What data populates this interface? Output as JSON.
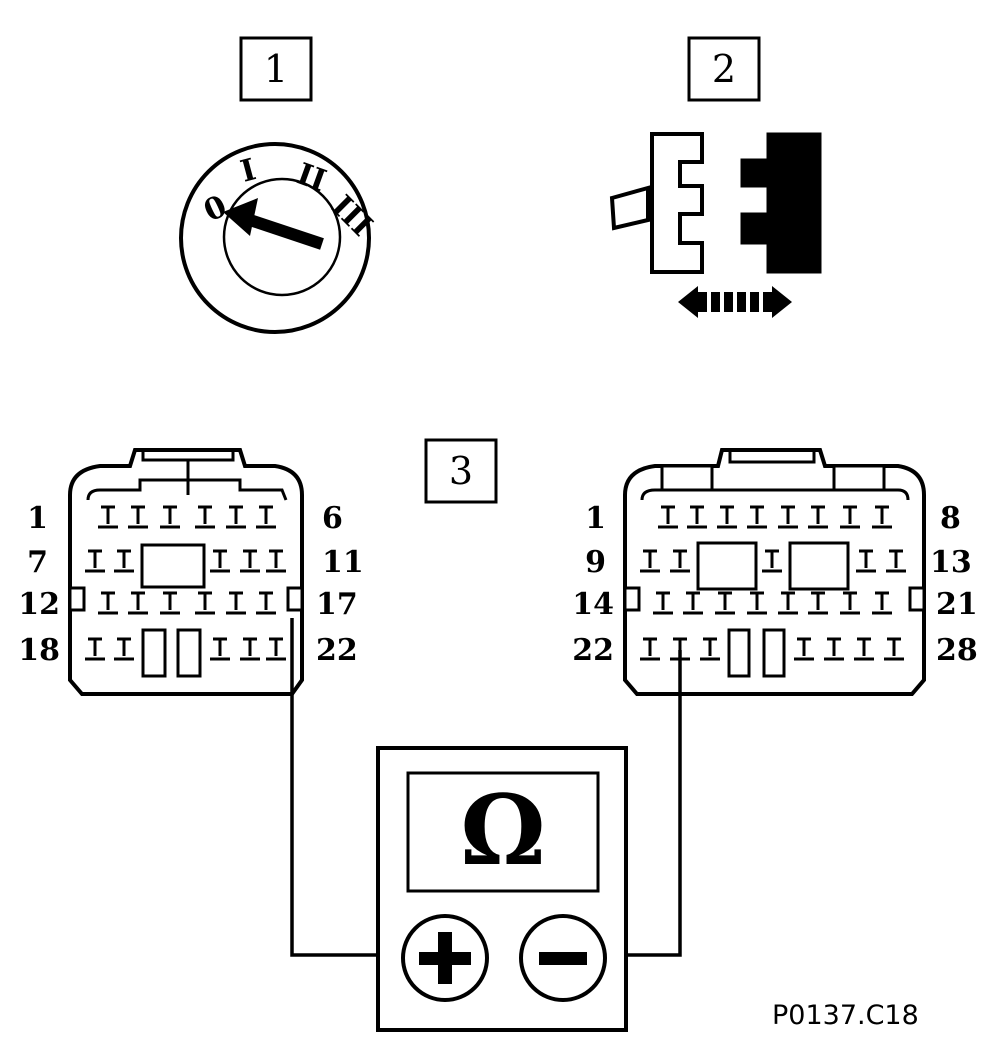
{
  "steps": [
    "1",
    "2",
    "3"
  ],
  "ignition_switch": {
    "positions": [
      "0",
      "I",
      "II",
      "III"
    ]
  },
  "connector_left": {
    "pins_per_row": [
      6,
      5,
      6,
      5
    ],
    "row_labels_left": [
      "1",
      "7",
      "12",
      "18"
    ],
    "row_labels_right": [
      "6",
      "11",
      "17",
      "22"
    ]
  },
  "connector_right": {
    "pins_per_row": [
      8,
      5,
      8,
      7
    ],
    "row_labels_left": [
      "1",
      "9",
      "14",
      "22"
    ],
    "row_labels_right": [
      "8",
      "13",
      "21",
      "28"
    ]
  },
  "ohmmeter": {
    "display_symbol": "Ω",
    "positive_terminal": "+",
    "negative_terminal": "−"
  },
  "reference_code": "P0137.C18"
}
